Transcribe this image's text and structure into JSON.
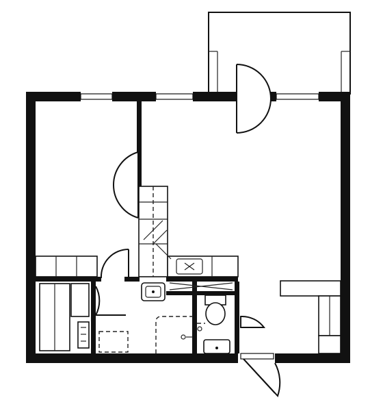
{
  "diagram": {
    "kind": "floor-plan",
    "ink_color": "#111111",
    "background_color": "#ffffff",
    "rooms": [
      "bedroom",
      "living-room",
      "kitchen",
      "bathroom",
      "wc",
      "entrance-hall",
      "balcony"
    ],
    "icons": [
      "door-swing-icon",
      "window-icon",
      "sink-icon",
      "toilet-icon",
      "stove-icon"
    ]
  }
}
